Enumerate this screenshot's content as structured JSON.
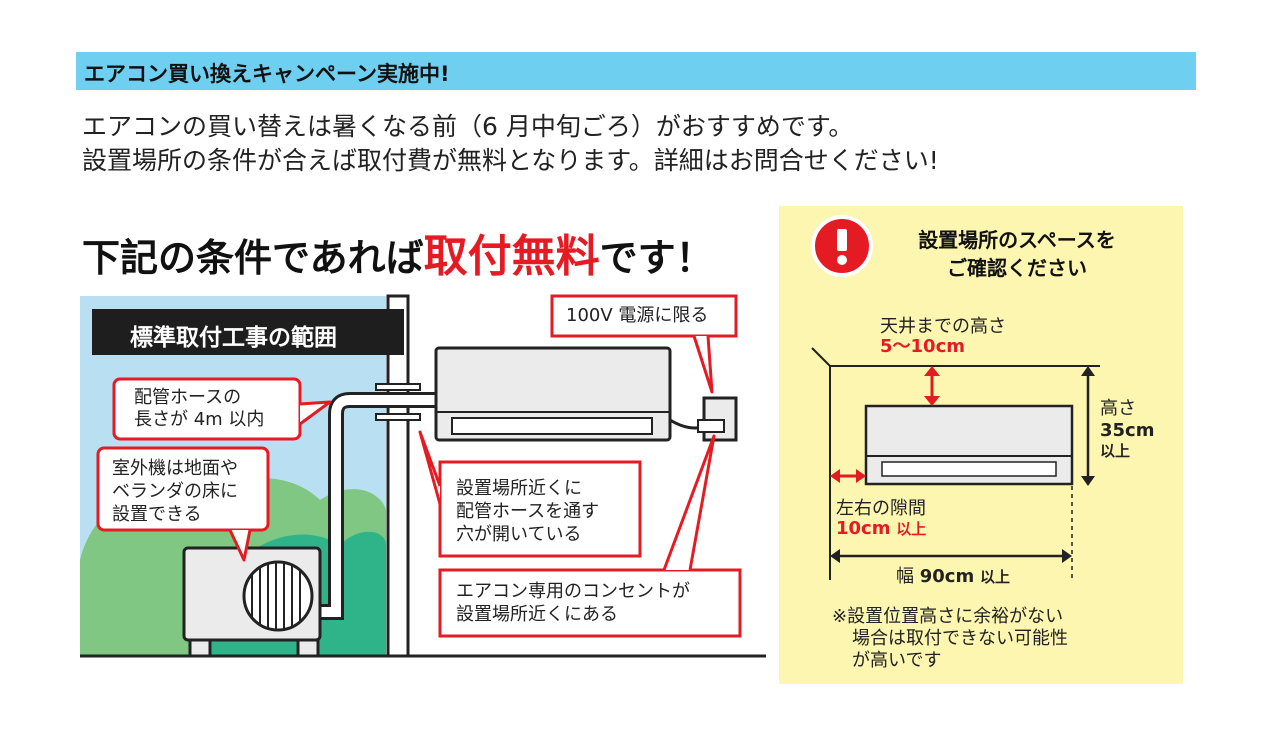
{
  "banner": {
    "text": "エアコン買い換えキャンペーン実施中!"
  },
  "intro": {
    "line1": "エアコンの買い替えは暑くなる前（6 月中旬ごろ）がおすすめです。",
    "line2": "設置場所の条件が合えば取付費が無料となります。詳細はお問合せください!"
  },
  "headline": {
    "prefix": "下記の条件であれば",
    "highlight": "取付無料",
    "suffix": "です！"
  },
  "diagram": {
    "title": "標準取付工事の範囲",
    "power_label": "100V 電源に限る",
    "hose_length": [
      "配管ホースの",
      "長さが 4m 以内"
    ],
    "outdoor_unit": [
      "室外機は地面や",
      "ベランダの床に",
      "設置できる"
    ],
    "wall_hole": [
      "設置場所近くに",
      "配管ホースを通す",
      "穴が開いている"
    ],
    "outlet": [
      "エアコン専用のコンセントが",
      "設置場所近くにある"
    ]
  },
  "info": {
    "icon": "exclamation-icon",
    "title_line1": "設置場所のスペースを",
    "title_line2": "ご確認ください",
    "ceiling_label": "天井までの高さ",
    "ceiling_value": "5～10cm",
    "height_label": "高さ",
    "height_value": "35cm",
    "height_suffix": "以上",
    "side_label": "左右の隙間",
    "side_value": "10cm",
    "side_suffix": "以上",
    "width_label": "幅",
    "width_value": "90cm",
    "width_suffix": "以上",
    "note": [
      "※設置位置高さに余裕がない",
      "場合は取付できない可能性",
      "が高いです"
    ]
  },
  "colors": {
    "banner": "#6ecff1",
    "accent_red": "#e51b24",
    "info_bg": "#fdf6b0",
    "sky": "#b9dff2",
    "tree": "#7fc783",
    "tree_dark": "#2fb48a"
  }
}
